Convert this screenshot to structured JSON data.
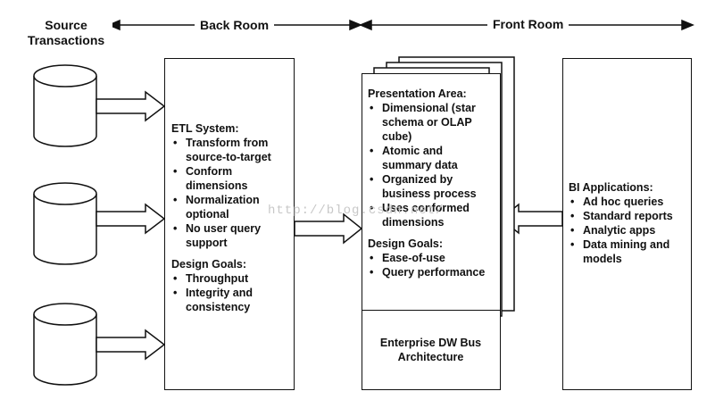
{
  "headers": {
    "source": [
      "Source",
      "Transactions"
    ],
    "back_room": "Back Room",
    "front_room": "Front Room"
  },
  "etl": {
    "title": "ETL System:",
    "items": [
      [
        "Transform from",
        "source-to-target"
      ],
      [
        "Conform",
        "dimensions"
      ],
      [
        "Normalization",
        "optional"
      ],
      [
        "No user query",
        "support"
      ]
    ],
    "goals_title": "Design Goals:",
    "goals": [
      [
        "Throughput"
      ],
      [
        "Integrity and",
        "consistency"
      ]
    ]
  },
  "presentation": {
    "title": "Presentation Area:",
    "items": [
      [
        "Dimensional (star",
        "schema or OLAP",
        "cube)"
      ],
      [
        "Atomic and",
        "summary data"
      ],
      [
        "Organized by",
        "business process"
      ],
      [
        "Uses conformed",
        "dimensions"
      ]
    ],
    "goals_title": "Design Goals:",
    "goals": [
      [
        "Ease-of-use"
      ],
      [
        "Query performance"
      ]
    ],
    "bus": [
      "Enterprise DW Bus",
      "Architecture"
    ]
  },
  "bi": {
    "title": "BI Applications:",
    "items": [
      [
        "Ad hoc queries"
      ],
      [
        "Standard reports"
      ],
      [
        "Analytic apps"
      ],
      [
        "Data mining and",
        "models"
      ]
    ]
  },
  "watermark": "http://blog.csdn.net/"
}
